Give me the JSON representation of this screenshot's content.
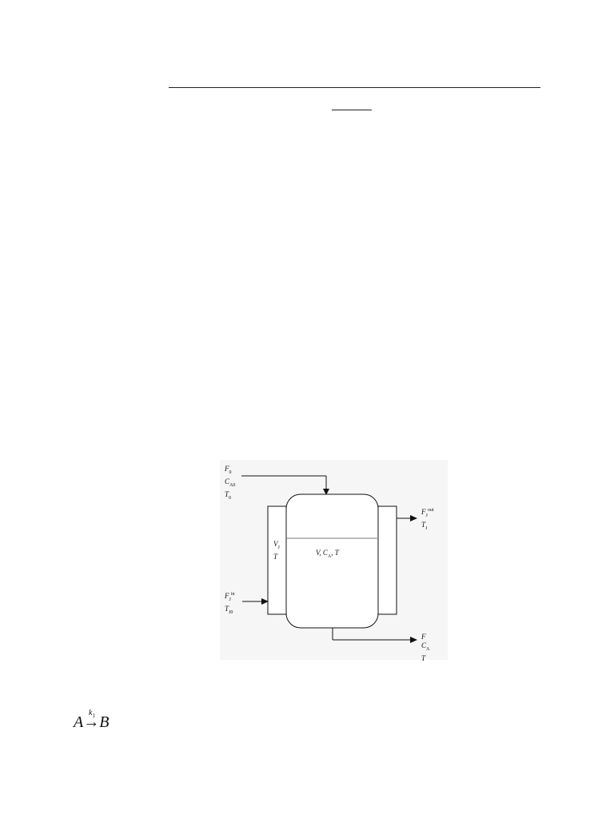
{
  "figure": {
    "feed": {
      "flow": "F",
      "flow_sub": "0",
      "conc": "C",
      "conc_sub": "A0",
      "temp": "T",
      "temp_sub": "0"
    },
    "jacket_tank": {
      "volume": "V",
      "volume_sub": "J",
      "temp": "T"
    },
    "tank": {
      "label": "V, C",
      "label_sub": "A",
      "label_suffix": ", T"
    },
    "jacket_in": {
      "flow": "F",
      "flow_sub": "J",
      "flow_sup": "in",
      "temp": "T",
      "temp_sub": "J0"
    },
    "jacket_out": {
      "flow": "F",
      "flow_sub": "J",
      "flow_sup": "out",
      "temp": "T",
      "temp_sub": "J"
    },
    "product": {
      "flow": "F",
      "conc": "C",
      "conc_sub": "A",
      "temp": "T"
    }
  },
  "reaction": {
    "reactant": "A",
    "product": "B",
    "rate_constant": "k",
    "rate_constant_sub": "1"
  }
}
